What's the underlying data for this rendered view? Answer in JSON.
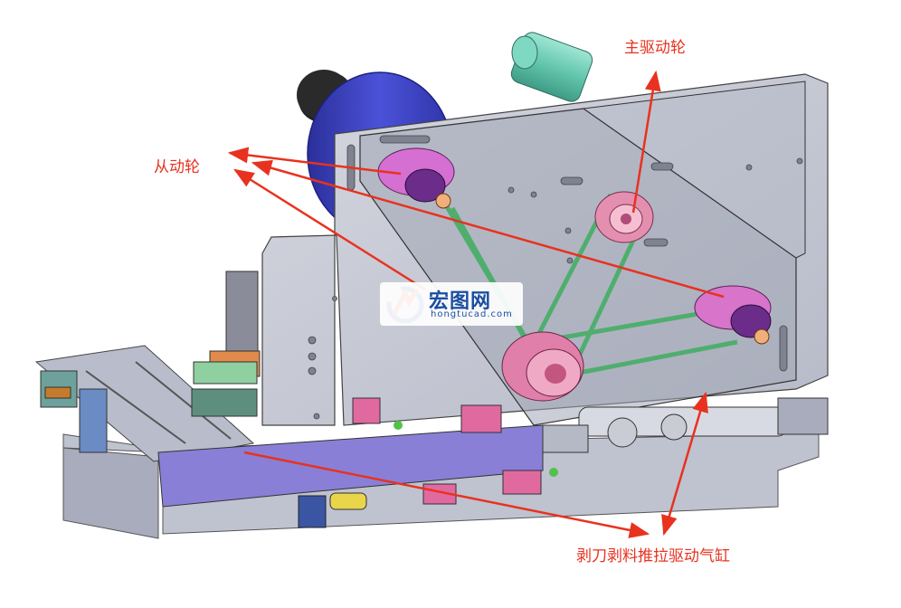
{
  "labels": {
    "main_drive_wheel": "主驱动轮",
    "driven_wheel": "从动轮",
    "peeler_cylinder": "剥刀剥料推拉驱动气缸"
  },
  "watermark": {
    "name_cn": "宏图网",
    "domain": "hongtucad.com",
    "logo_icon": "hongtu-logo-icon"
  },
  "colors": {
    "annotation": "#e8321f",
    "belt": "#4fae6e",
    "pulley": "#e48fb0",
    "roller_blue": "#3f45c8",
    "roller_teal": "#6fd0b8",
    "plate": "#c3c6d3",
    "rail": "#8a7fd6",
    "watermark_blue": "#1a4ea1"
  }
}
